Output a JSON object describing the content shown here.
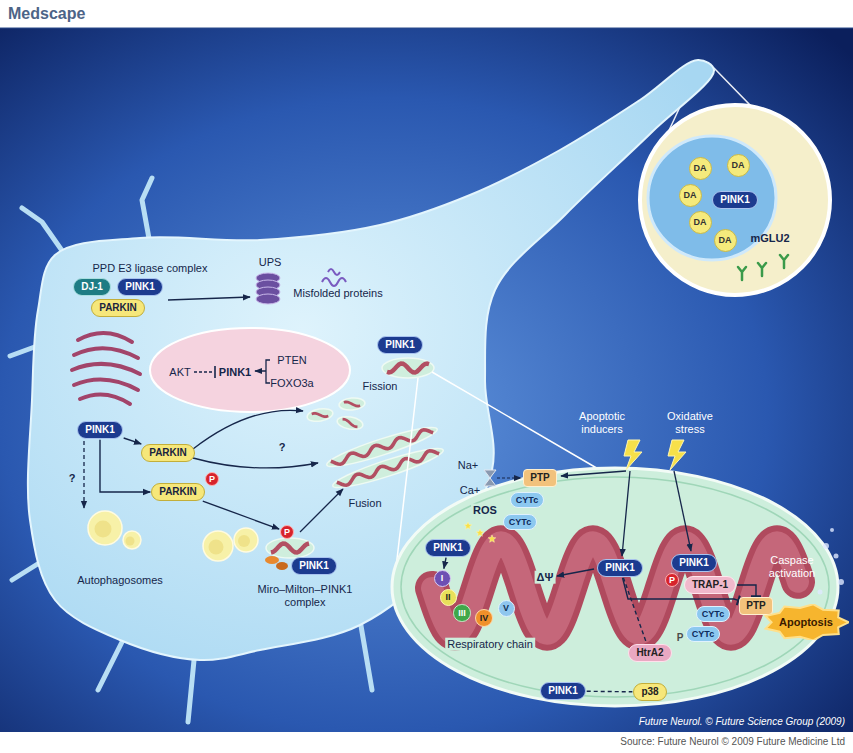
{
  "diagram": {
    "caption": "Source: Future Neurol © 2009 Future Medicine Ltd",
    "nodes": [
      {
        "text": [
          "DJ-1"
        ]
      },
      {
        "text": [
          "PINK1"
        ]
      },
      {
        "text": [
          "PARKIN"
        ]
      },
      {
        "text": [
          "PINK1"
        ]
      },
      {
        "text": [
          "PINK1"
        ]
      },
      {
        "text": [
          "PARKIN"
        ]
      },
      {
        "text": [
          "PARKIN"
        ]
      },
      {
        "text": [
          "P"
        ]
      },
      {
        "text": [
          "P"
        ]
      },
      {
        "text": [
          "PINK1"
        ]
      },
      {
        "text": [
          "DA"
        ]
      },
      {
        "text": [
          "DA"
        ]
      },
      {
        "text": [
          "DA"
        ]
      },
      {
        "text": [
          "DA"
        ]
      },
      {
        "text": [
          "DA"
        ]
      },
      {
        "text": [
          "PINK1"
        ]
      },
      {
        "text": [
          "PINK1"
        ]
      },
      {
        "text": [
          "I"
        ]
      },
      {
        "text": [
          "II"
        ]
      },
      {
        "text": [
          "III"
        ]
      },
      {
        "text": [
          "IV"
        ]
      },
      {
        "text": [
          "V"
        ]
      },
      {
        "text": [
          "PTP"
        ]
      },
      {
        "text": [
          "CYTc"
        ]
      },
      {
        "text": [
          "CYTc"
        ]
      },
      {
        "text": [
          "PINK1"
        ]
      },
      {
        "text": [
          "PINK1"
        ]
      },
      {
        "text": [
          "TRAP-1"
        ]
      },
      {
        "text": [
          "P"
        ]
      },
      {
        "text": [
          "PTP"
        ]
      },
      {
        "text": [
          "CYTc"
        ]
      },
      {
        "text": [
          "CYTc"
        ]
      },
      {
        "text": [
          "Apoptosis"
        ]
      },
      {
        "text": [
          "HtrA2"
        ]
      },
      {
        "text": [
          "PINK1"
        ]
      },
      {
        "text": [
          "p38"
        ]
      }
    ],
    "edges": [
      {
        "from": 4,
        "to": 5,
        "arrow": "to"
      },
      {
        "from": 4,
        "to": 6,
        "arrow": "to"
      },
      {
        "from": 6,
        "to": 8,
        "arrow": "to"
      },
      {
        "from": 16,
        "to": 17,
        "arrow": "to"
      },
      {
        "from": 25,
        "to": 29,
        "arrow": "to"
      },
      {
        "from": 27,
        "to": 29,
        "arrow": "to"
      },
      {
        "from": 25,
        "to": 33,
        "arrow": "none"
      },
      {
        "from": 34,
        "to": 35,
        "arrow": "none"
      }
    ],
    "labels": [
      "Medscape",
      "PPD E3 ligase complex",
      "UPS",
      "Misfolded proteins",
      "AKT",
      "PINK1",
      "PTEN",
      "FOXO3a",
      "Fission",
      "?",
      "Fusion",
      "?",
      "Autophagosomes",
      "Miro–Milton–PINK1 complex",
      "mGLU2",
      "Na+",
      "Ca+",
      "ROS",
      "ΔΨ",
      "Respiratory chain",
      "Apoptotic inducers",
      "Oxidative stress",
      "Caspase activation",
      "P",
      "Future Neurol. © Future Science Group (2009)"
    ]
  }
}
